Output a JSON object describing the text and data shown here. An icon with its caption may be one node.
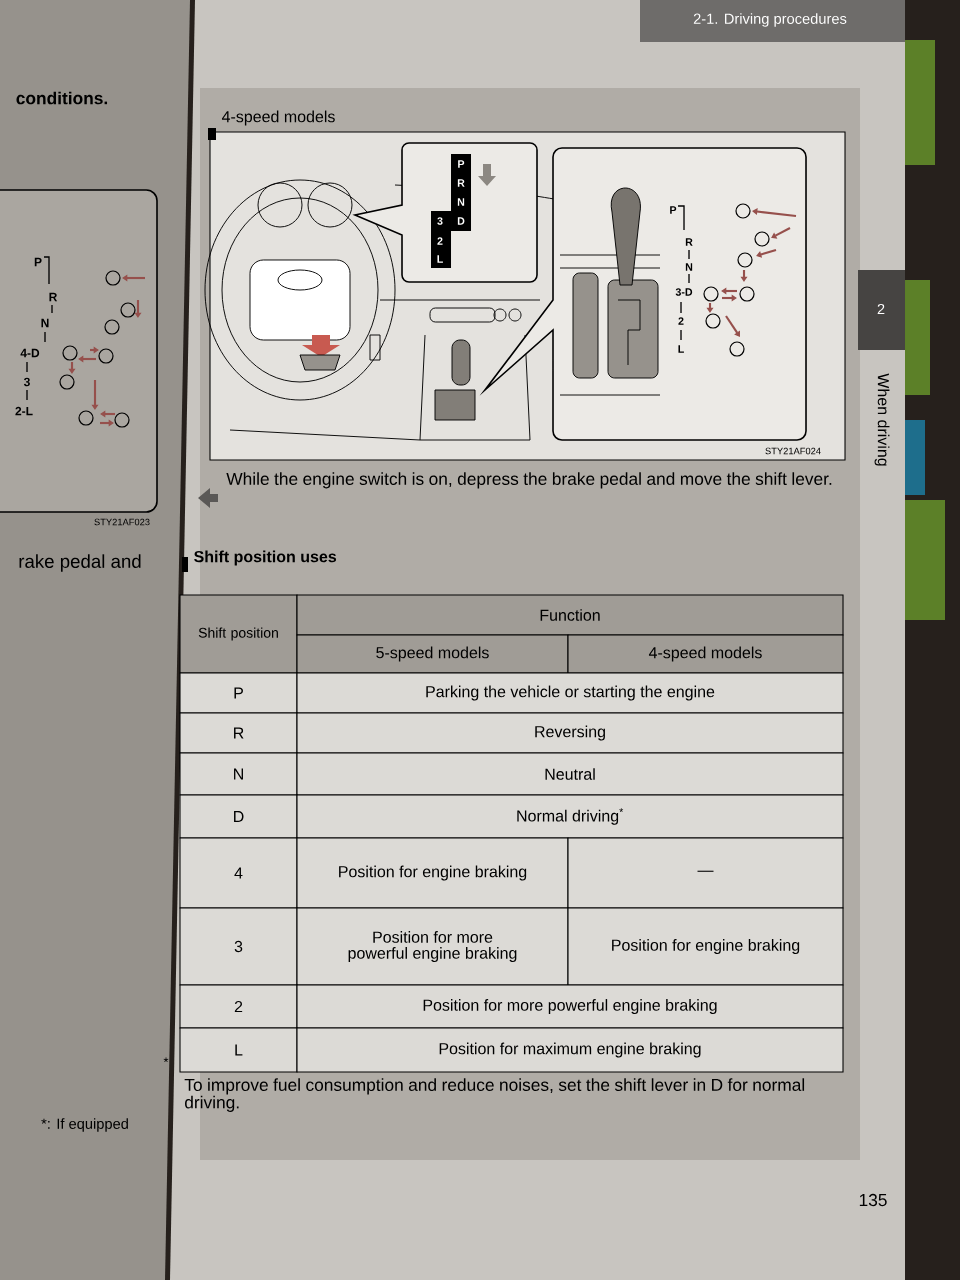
{
  "diagram": {
    "labels": [
      "2-1. Driving procedures",
      "conditions.",
      "P",
      "R",
      "N",
      "4-D",
      "3",
      "2-L",
      "STY21AF023",
      "rake pedal and",
      "*: If equipped",
      "4-speed models",
      "P",
      "R",
      "N",
      "3",
      "D",
      "2",
      "L",
      "P",
      "R",
      "N",
      "3-D",
      "2",
      "L",
      "STY21AF024",
      "While the engine switch is on, depress the brake pedal and move the shift lever.",
      "Shift position uses",
      "Shift position",
      "Function",
      "5-speed models",
      "4-speed models",
      "P",
      "Parking the vehicle or starting the engine",
      "R",
      "Reversing",
      "N",
      "Neutral",
      "D",
      "Normal driving$^{*}$",
      "4",
      "Position for engine braking",
      "—",
      "3",
      "Position for more powerful engine braking",
      "Position for engine braking",
      "2",
      "Position for more powerful engine braking",
      "L",
      "Position for maximum engine braking",
      "*",
      "To improve fuel consumption and reduce noises, set the shift lever in D for normal driving.",
      "135",
      "2",
      "When driving"
    ]
  }
}
